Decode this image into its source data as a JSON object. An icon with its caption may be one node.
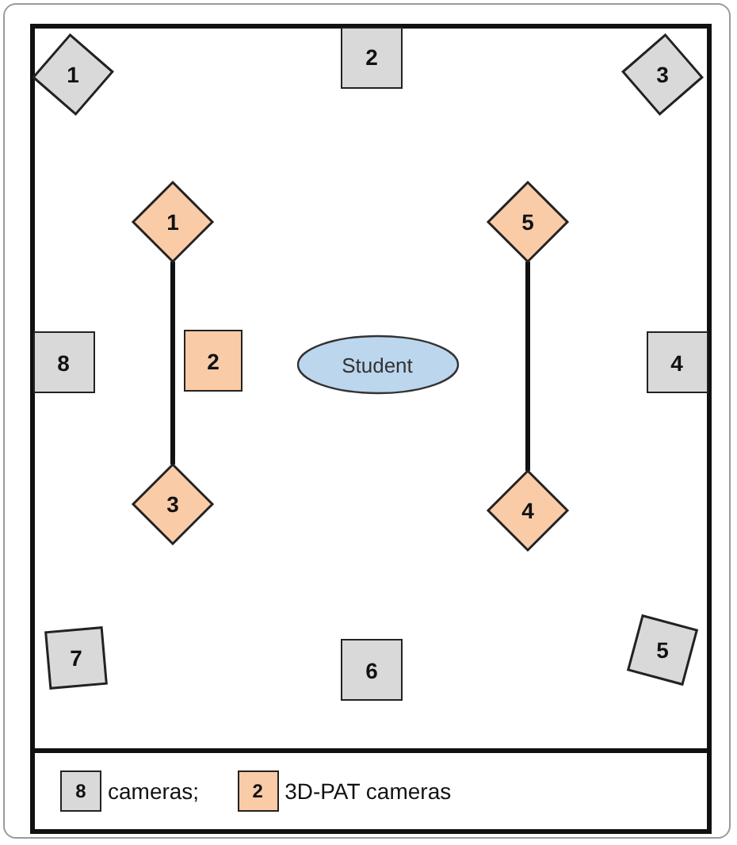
{
  "diagram": {
    "nodes": [
      {
        "text": [
          "1"
        ]
      },
      {
        "text": [
          "2"
        ]
      },
      {
        "text": [
          "3"
        ]
      },
      {
        "text": [
          "1"
        ]
      },
      {
        "text": [
          "5"
        ]
      },
      {
        "text": [
          "8"
        ]
      },
      {
        "text": [
          "2"
        ]
      },
      {
        "text": [
          "Student"
        ]
      },
      {
        "text": [
          "4"
        ]
      },
      {
        "text": [
          "3"
        ]
      },
      {
        "text": [
          "4"
        ]
      },
      {
        "text": [
          "7"
        ]
      },
      {
        "text": [
          "6"
        ]
      },
      {
        "text": [
          "5"
        ]
      }
    ],
    "edges": [
      {
        "from": 3,
        "to": 9,
        "arrow": "none"
      },
      {
        "from": 4,
        "to": 10,
        "arrow": "none"
      }
    ],
    "labels": [
      "8",
      "2"
    ],
    "legend": [
      {
        "text": "cameras;",
        "color": "#d9d9d9"
      },
      {
        "text": "3D-PAT cameras",
        "color": "#f9cba7"
      }
    ]
  }
}
